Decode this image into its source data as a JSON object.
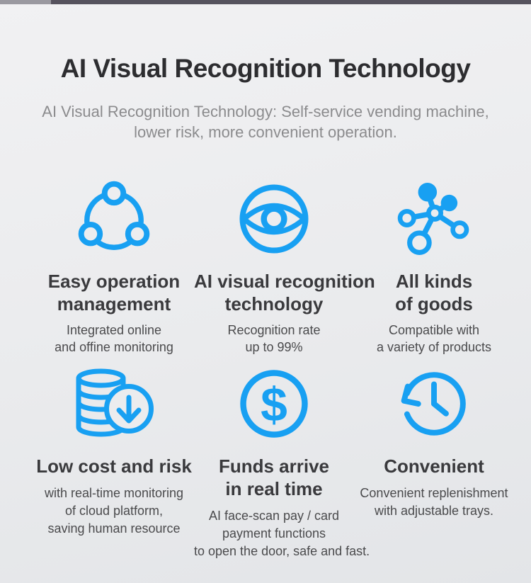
{
  "colors": {
    "accent": "#18a0f2",
    "background": "#ebecee",
    "title": "#2d2d30",
    "feature_title": "#3a3a3d",
    "desc": "#4a4a4c",
    "subtitle": "#8b8b8d",
    "topbar_dark": "#56535e",
    "topbar_light": "#9a99a0"
  },
  "header": {
    "title": "AI Visual Recognition Technology",
    "subtitle": "AI Visual Recognition Technology: Self-service vending machine,\nlower risk, more convenient operation."
  },
  "features": [
    {
      "icon": "share-nodes-icon",
      "title": "Easy operation\nmanagement",
      "description": "Integrated online\nand offine monitoring"
    },
    {
      "icon": "eye-icon",
      "title": "AI visual recognition\ntechnology",
      "description": "Recognition rate\nup to 99%"
    },
    {
      "icon": "molecule-icon",
      "title": "All kinds\nof goods",
      "description": "Compatible with\na variety of products"
    },
    {
      "icon": "coins-download-icon",
      "title": "Low cost and risk",
      "description": "with real-time monitoring\nof cloud platform,\nsaving human resource"
    },
    {
      "icon": "dollar-circle-icon",
      "title": "Funds arrive\nin real time",
      "description": "AI face-scan pay / card\npayment functions\nto open the door, safe and fast."
    },
    {
      "icon": "history-clock-icon",
      "title": "Convenient",
      "description": "Convenient replenishment\nwith adjustable trays."
    }
  ]
}
